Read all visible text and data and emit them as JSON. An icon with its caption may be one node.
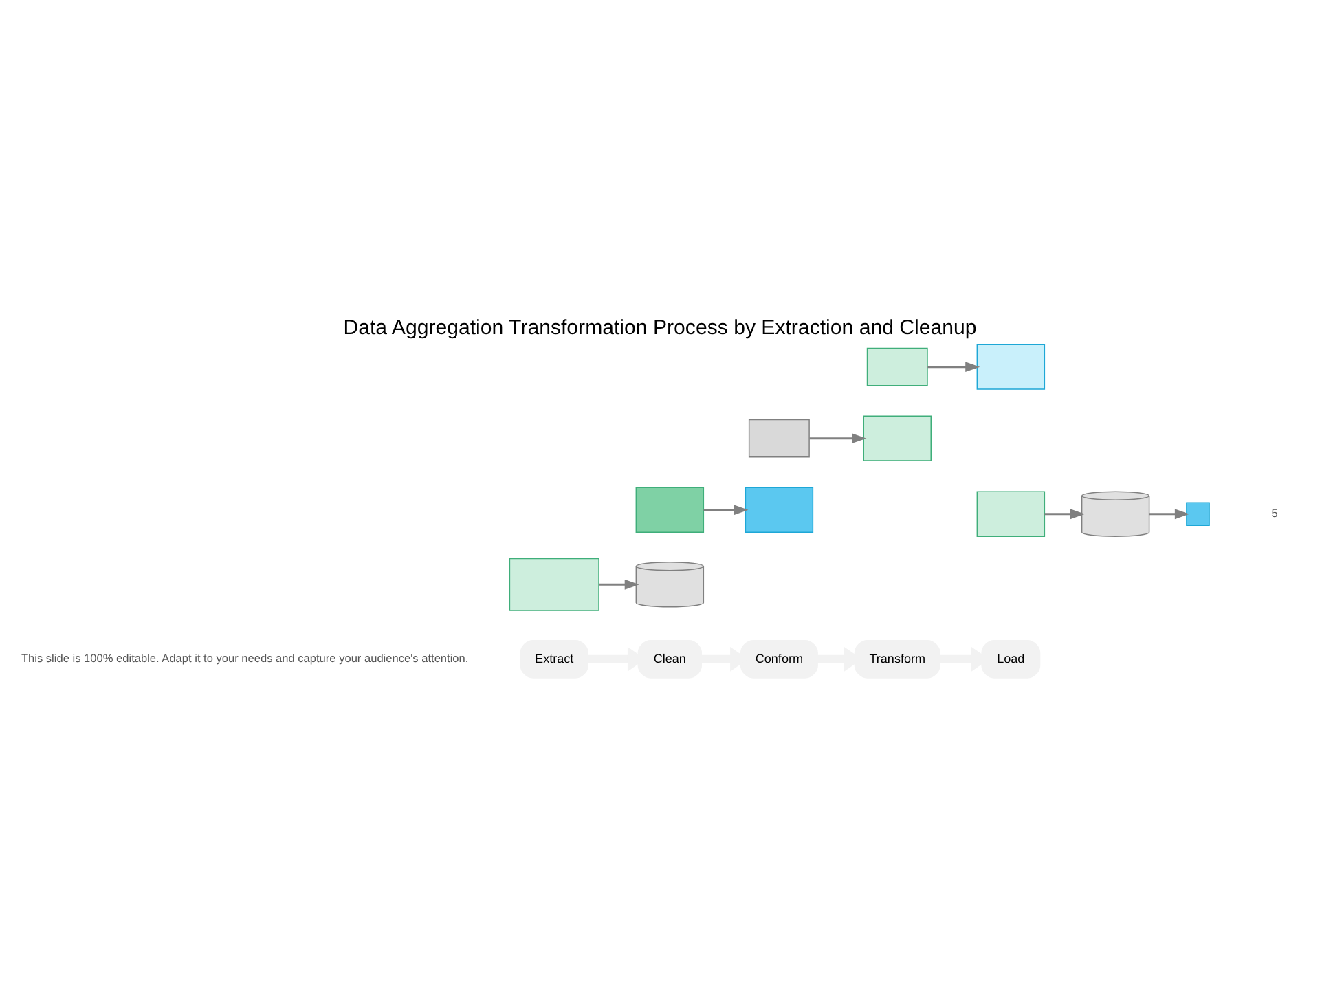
{
  "diagram": {
    "title": "Data Aggregation Transformation Process by Extraction and Cleanup",
    "nodes": [
      {
        "text": [
          "Extract"
        ]
      },
      {
        "text": [],
        "shape": "box"
      },
      {
        "text": [],
        "shape": "cylinder"
      },
      {
        "text": [
          "Clean"
        ]
      },
      {
        "text": [],
        "shape": "box"
      },
      {
        "text": [],
        "shape": "box"
      },
      {
        "text": [
          "Load"
        ]
      },
      {
        "text": [],
        "shape": "box"
      },
      {
        "text": [],
        "shape": "cylinder"
      },
      {
        "text": [],
        "shape": "box"
      },
      {
        "text": [
          "Conform"
        ]
      },
      {
        "text": [],
        "shape": "box"
      },
      {
        "text": [],
        "shape": "box"
      },
      {
        "text": [
          "Transform"
        ]
      },
      {
        "text": [],
        "shape": "box"
      },
      {
        "text": [],
        "shape": "box"
      }
    ],
    "edges": [
      {
        "from": 1,
        "to": 2,
        "arrow": "to"
      },
      {
        "from": 4,
        "to": 5,
        "arrow": "to"
      },
      {
        "from": 7,
        "to": 8,
        "arrow": "to"
      },
      {
        "from": 8,
        "to": 9,
        "arrow": "to"
      },
      {
        "from": 11,
        "to": 12,
        "arrow": "to"
      },
      {
        "from": 14,
        "to": 15,
        "arrow": "to"
      },
      {
        "from": 0,
        "to": 3,
        "arrow": "to",
        "style": "thick",
        "color": "#f2f2f2"
      },
      {
        "from": 3,
        "to": 10,
        "arrow": "to",
        "style": "thick",
        "color": "#f2f2f2"
      },
      {
        "from": 10,
        "to": 13,
        "arrow": "to",
        "style": "thick",
        "color": "#f2f2f2"
      },
      {
        "from": 13,
        "to": 6,
        "arrow": "to",
        "style": "thick",
        "color": "#f2f2f2"
      }
    ],
    "labels": [
      "This slide is 100% editable. Adapt it to your needs and capture your audience's attention.",
      "5"
    ]
  }
}
